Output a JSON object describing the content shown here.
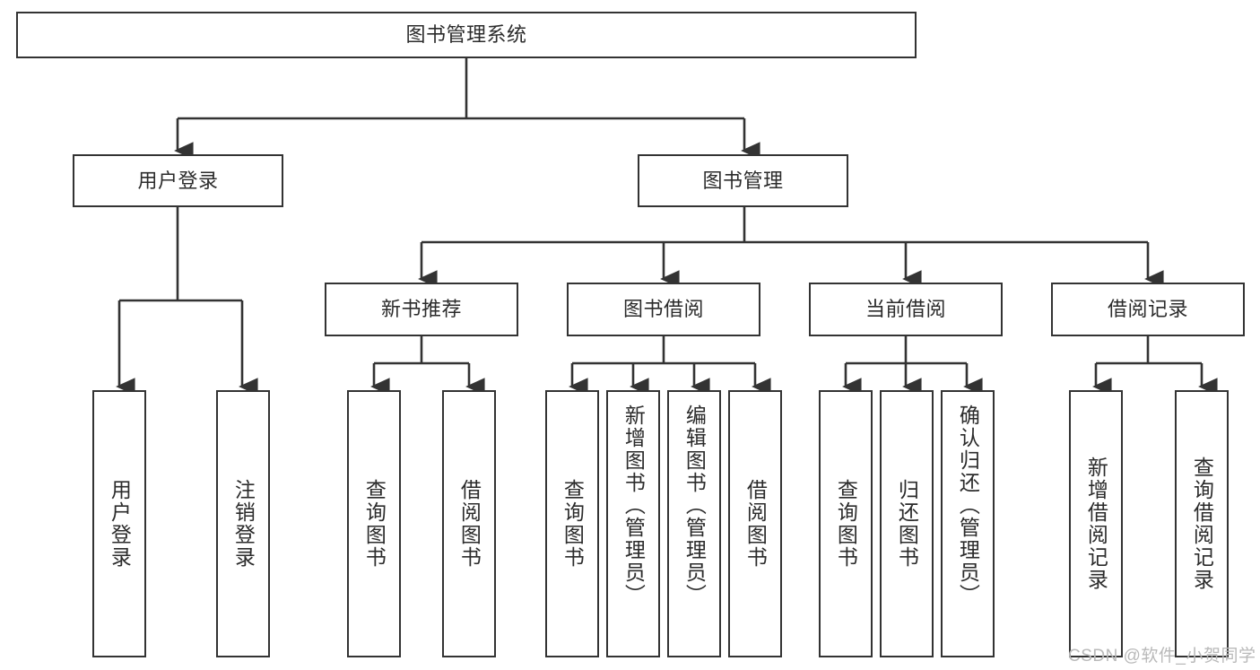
{
  "diagram": {
    "type": "hierarchy-tree",
    "title": "图书管理系统",
    "orientation": "top-down",
    "levels": 4,
    "nodes": {
      "root": {
        "label": "图书管理系统"
      },
      "level2": [
        {
          "id": "user-login",
          "label": "用户登录"
        },
        {
          "id": "book-management",
          "label": "图书管理"
        }
      ],
      "level3": [
        {
          "id": "new-book-recommend",
          "label": "新书推荐"
        },
        {
          "id": "book-borrow",
          "label": "图书借阅"
        },
        {
          "id": "current-borrow",
          "label": "当前借阅"
        },
        {
          "id": "borrow-record",
          "label": "借阅记录"
        }
      ],
      "leaves": [
        {
          "id": "leaf-user-login",
          "label": "用户登录",
          "parent": "user-login"
        },
        {
          "id": "leaf-logout",
          "label": "注销登录",
          "parent": "user-login"
        },
        {
          "id": "leaf-query-book-1",
          "label": "查询图书",
          "parent": "new-book-recommend"
        },
        {
          "id": "leaf-borrow-book-1",
          "label": "借阅图书",
          "parent": "new-book-recommend"
        },
        {
          "id": "leaf-query-book-2",
          "label": "查询图书",
          "parent": "book-borrow"
        },
        {
          "id": "leaf-add-book",
          "label": "新增图书（管理员）",
          "parent": "book-borrow"
        },
        {
          "id": "leaf-edit-book",
          "label": "编辑图书（管理员）",
          "parent": "book-borrow"
        },
        {
          "id": "leaf-borrow-book-2",
          "label": "借阅图书",
          "parent": "book-borrow"
        },
        {
          "id": "leaf-query-book-3",
          "label": "查询图书",
          "parent": "current-borrow"
        },
        {
          "id": "leaf-return-book",
          "label": "归还图书",
          "parent": "current-borrow"
        },
        {
          "id": "leaf-confirm-return",
          "label": "确认归还（管理员）",
          "parent": "current-borrow"
        },
        {
          "id": "leaf-add-record",
          "label": "新增借阅记录",
          "parent": "borrow-record"
        },
        {
          "id": "leaf-query-record",
          "label": "查询借阅记录",
          "parent": "borrow-record"
        }
      ]
    },
    "colors": {
      "background": "#ffffff",
      "box_border": "#333333",
      "box_fill": "#ffffff",
      "text": "#2b2b2b",
      "edge": "#333333",
      "watermark": "#b9b9b9"
    }
  },
  "watermark": {
    "text": "CSDN @软件_小贺同学"
  }
}
